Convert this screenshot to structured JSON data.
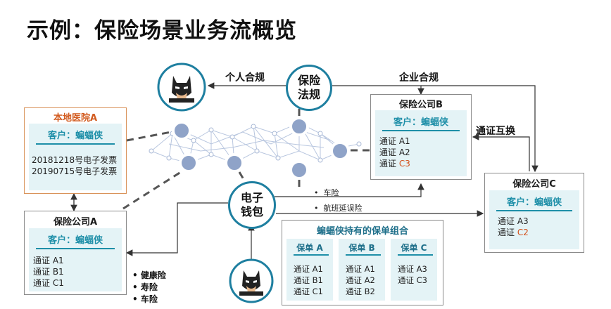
{
  "title": "示例：保险场景业务流概览",
  "regulator": "保险\n法规",
  "wallet": "电子\n钱包",
  "edge_labels": {
    "personal_compliance": "个人合规",
    "enterprise_compliance": "企业合规",
    "cert_exchange": "通证互换"
  },
  "hospital": {
    "title": "本地医院A",
    "client": "客户：蝙蝠侠",
    "invoices": [
      "20181218号电子发票",
      "20190715号电子发票"
    ]
  },
  "company_a": {
    "title": "保险公司A",
    "client": "客户：蝙蝠侠",
    "tokens": [
      "通证 A1",
      "通证 B1",
      "通证 C1"
    ]
  },
  "company_b": {
    "title": "保险公司B",
    "client": "客户：蝙蝠侠",
    "tokens": [
      "通证 A1",
      "通证 A2"
    ],
    "token3_prefix": "通证 ",
    "token3_code": "C3"
  },
  "company_c": {
    "title": "保险公司C",
    "client": "客户：蝙蝠侠",
    "token1": "通证 A3",
    "token2_prefix": "通证 ",
    "token2_code": "C2"
  },
  "wallet_products_left": [
    "健康险",
    "寿险",
    "车险"
  ],
  "wallet_products_right": [
    "车险",
    "航班延误险"
  ],
  "portfolio": {
    "title": "蝙蝠侠持有的保单组合",
    "policies": [
      {
        "name": "保单 A",
        "items": [
          "通证 A1",
          "通证 B1",
          "通证 C1"
        ]
      },
      {
        "name": "保单 B",
        "items": [
          "通证 A1",
          "通证 A2",
          "通证 B2"
        ]
      },
      {
        "name": "保单 C",
        "items": [
          "通证 A3",
          "通证 C3"
        ]
      }
    ]
  },
  "colors": {
    "teal": "#1e8fa8",
    "panel": "#e4f3f6",
    "highlight_red": "#d4501a",
    "hospital_orange": "#d25a1e",
    "node_blue": "#8fa3c8"
  }
}
